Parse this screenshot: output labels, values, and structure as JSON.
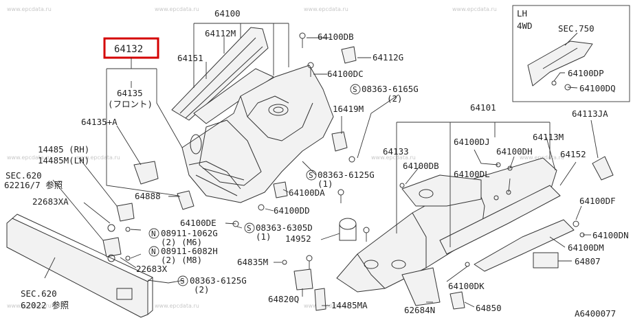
{
  "watermark": "www.epcdata.ru",
  "diagram_code": "A6400077",
  "inset": {
    "line1": "LH",
    "line2": "4WD",
    "sec": "SEC.750"
  },
  "highlight": "64132",
  "labels": {
    "p64100": "64100",
    "p64112M": "64112M",
    "p64151": "64151",
    "p64132": "64132",
    "p64135": "64135",
    "p64135_sub": "(フロント)",
    "p64135A": "64135+A",
    "p14485RH": "14485 (RH)",
    "p14485LH": "14485M(LH)",
    "sec620a": "SEC.620",
    "sec620a_sub": "62216/7 参照",
    "p22683XA": "22683XA",
    "sec620b": "SEC.620",
    "sec620b_sub": "62022 参照",
    "p64100DB_a": "64100DB",
    "p64112G": "64112G",
    "p64100DC": "64100DC",
    "s08363_6165G": "08363-6165G",
    "s08363_6165G_q": "(2)",
    "p16419M": "16419M",
    "s08363_6125G_a": "08363-6125G",
    "s08363_6125G_a_q": "(1)",
    "p64100DA": "64100DA",
    "p64888": "64888",
    "p64100DD": "64100DD",
    "p64100DE": "64100DE",
    "s08363_6305D": "08363-6305D",
    "s08363_6305D_q": "(1)",
    "n08911_1062G": "08911-1062G",
    "n08911_1062G_q": "(2)   (M6)",
    "n08911_6082H": "08911-6082H",
    "n08911_6082H_q": "(2)   (M8)",
    "p22683X": "22683X",
    "s08363_6125G_b": "08363-6125G",
    "s08363_6125G_b_q": "(2)",
    "p14952": "14952",
    "p64835M": "64835M",
    "p64820Q": "64820Q",
    "p14485MA": "14485MA",
    "p64101": "64101",
    "p64133": "64133",
    "p64100DB_b": "64100DB",
    "p64100DJ": "64100DJ",
    "p64100DH": "64100DH",
    "p64100DL": "64100DL",
    "p64113M": "64113M",
    "p64113JA": "64113JA",
    "p64152": "64152",
    "p64100DF": "64100DF",
    "p64100DN": "64100DN",
    "p64100DM": "64100DM",
    "p64807": "64807",
    "p64100DK": "64100DK",
    "p62684N": "62684N",
    "p64850": "64850",
    "p64100DP": "64100DP",
    "p64100DQ": "64100DQ"
  }
}
